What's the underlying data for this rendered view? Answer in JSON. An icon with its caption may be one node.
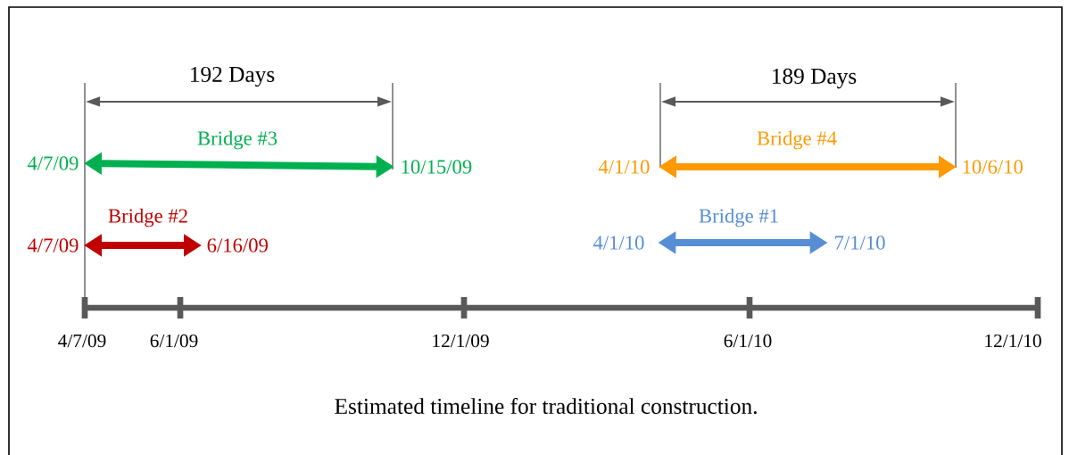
{
  "diagram": {
    "caption": "Estimated timeline for traditional construction.",
    "nodes": [
      {
        "text": [
          "4/7/09"
        ]
      },
      {
        "text": [
          "10/15/09"
        ]
      },
      {
        "text": [
          "4/7/09"
        ]
      },
      {
        "text": [
          "6/16/09"
        ]
      },
      {
        "text": [
          "4/1/10"
        ]
      },
      {
        "text": [
          "10/6/10"
        ]
      },
      {
        "text": [
          "4/1/10"
        ]
      },
      {
        "text": [
          "7/1/10"
        ]
      }
    ],
    "edges": [
      {
        "from": 0,
        "to": 1,
        "arrow": "both",
        "label": "Bridge #3",
        "color": "#00b050"
      },
      {
        "from": 2,
        "to": 3,
        "arrow": "both",
        "label": "Bridge #2",
        "color": "#c00000"
      },
      {
        "from": 4,
        "to": 5,
        "arrow": "both",
        "label": "Bridge #4",
        "color": "#ff9900"
      },
      {
        "from": 6,
        "to": 7,
        "arrow": "both",
        "label": "Bridge #1",
        "color": "#558ed5"
      }
    ],
    "labels": [
      "192 Days",
      "189 Days",
      "4/7/09",
      "6/1/09",
      "12/1/09",
      "6/1/10",
      "12/1/10"
    ]
  }
}
